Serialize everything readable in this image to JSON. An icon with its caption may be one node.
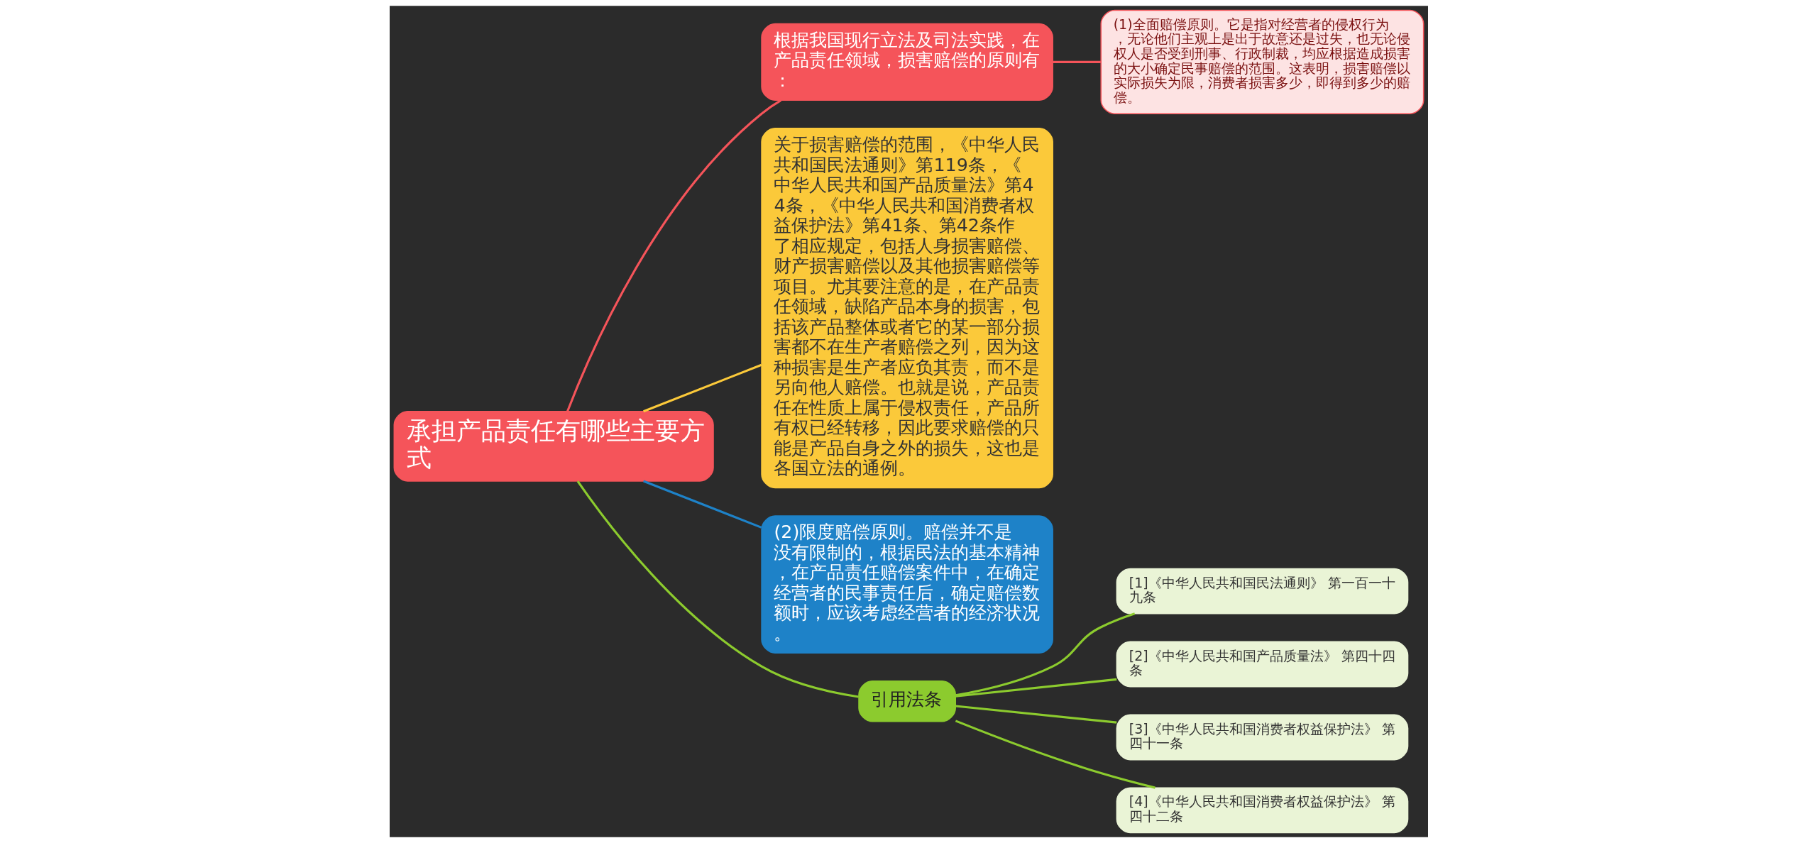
{
  "diagram": {
    "nodes": [
      {
        "text": [
          "承担产品责任有哪些主要方式"
        ]
      },
      {
        "text": [
          "根据我国现行立法及司法实践，在产品责任领域，损害赔偿的原则有："
        ]
      },
      {
        "text": [
          "(1)全面赔偿原则。它是指对经营者的侵权行为，无论他们主观上是出于故意还是过失，也无论侵权人是否受到刑事、行政制裁，均应根据造成损害的大小确定民事赔偿的范围。这表明，损害赔偿以实际损失为限，消费者损害多少，即得到多少的赔偿。"
        ]
      },
      {
        "text": [
          "关于损害赔偿的范围，《中华人民共和国民法通则》第119条，《中华人民共和国产品质量法》第44条，《中华人民共和国消费者权益保护法》第41条、第42条作了相应规定，包括人身损害赔偿、财产损害赔偿以及其他损害赔偿等项目。尤其要注意的是，在产品责任领域，缺陷产品本身的损害，包括该产品整体或者它的某一部分损害都不在生产者赔偿之列，因为这种损害是生产者应负其责，而不是另向他人赔偿。也就是说，产品责任在性质上属于侵权责任，产品所有权已经转移，因此要求赔偿的只能是产品自身之外的损失，这也是各国立法的通例。"
        ]
      },
      {
        "text": [
          "(2)限度赔偿原则。赔偿并不是没有限制的，根据民法的基本精神，在产品责任赔偿案件中，在确定经营者的民事责任后，确定赔偿数额时，应该考虑经营者的经济状况。"
        ]
      },
      {
        "text": [
          "引用法条"
        ]
      },
      {
        "text": [
          "[1]《中华人民共和国民法通则》 第一百一十九条"
        ]
      },
      {
        "text": [
          "[2]《中华人民共和国产品质量法》 第四十四条"
        ]
      },
      {
        "text": [
          "[3]《中华人民共和国消费者权益保护法》 第四十一条"
        ]
      },
      {
        "text": [
          "[4]《中华人民共和国消费者权益保护法》 第四十二条"
        ]
      }
    ],
    "edges": [
      {
        "from": 0,
        "to": 1,
        "arrow": "none",
        "color": "#f5545a"
      },
      {
        "from": 1,
        "to": 2,
        "arrow": "none",
        "color": "#f5545a"
      },
      {
        "from": 0,
        "to": 3,
        "arrow": "none",
        "color": "#fbc93a"
      },
      {
        "from": 0,
        "to": 4,
        "arrow": "none",
        "color": "#1e82c8"
      },
      {
        "from": 0,
        "to": 5,
        "arrow": "none"
      },
      {
        "from": 5,
        "to": 6,
        "arrow": "none"
      },
      {
        "from": 5,
        "to": 7,
        "arrow": "none"
      },
      {
        "from": 5,
        "to": 8,
        "arrow": "none"
      },
      {
        "from": 5,
        "to": 9,
        "arrow": "none"
      }
    ]
  }
}
